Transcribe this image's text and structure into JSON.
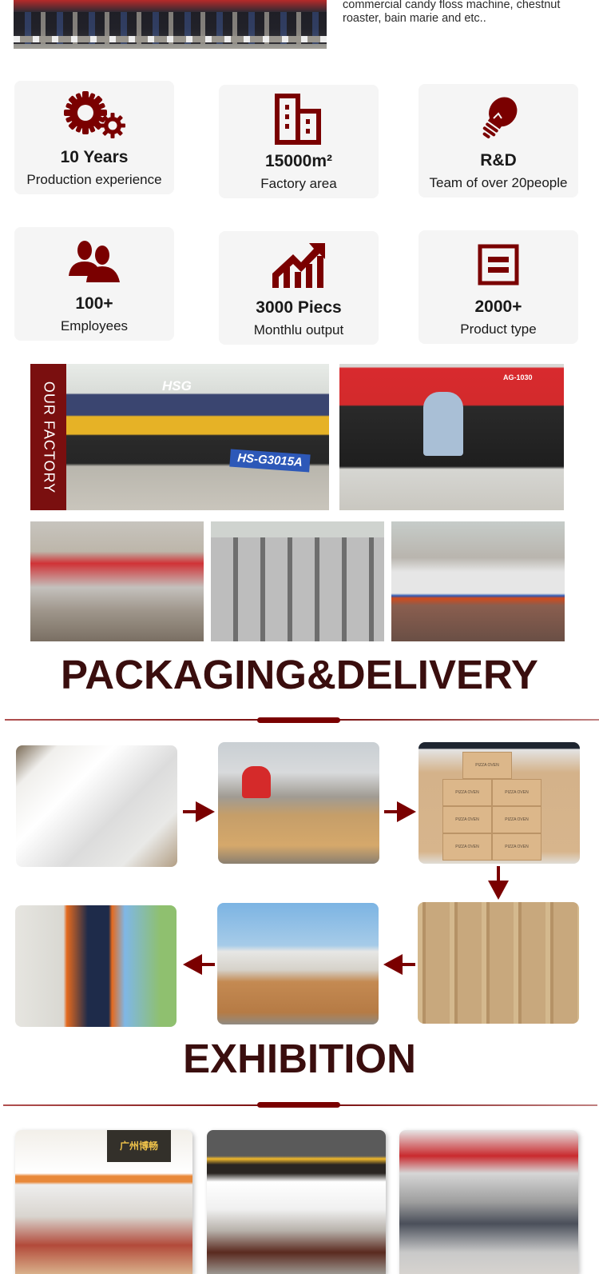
{
  "intro": {
    "text": "commercial candy floss machine, chestnut roaster, bain marie and etc..",
    "team_photo_alt": "team-photo"
  },
  "stats": [
    {
      "icon": "gears-icon",
      "value": "10 Years",
      "label": "Production experience"
    },
    {
      "icon": "building-icon",
      "value": "15000m²",
      "label": "Factory area"
    },
    {
      "icon": "lightbulb-icon",
      "value": "R&D",
      "label": "Team of over 20people"
    },
    {
      "icon": "people-icon",
      "value": "100+",
      "label": "Employees"
    },
    {
      "icon": "growth-chart-icon",
      "value": "3000 Piecs",
      "label": "Monthlu output"
    },
    {
      "icon": "list-box-icon",
      "value": "2000+",
      "label": "Product type"
    }
  ],
  "factory": {
    "label": "OUR FACTORY",
    "photo_text": {
      "brand": "HSG",
      "model": "HS-G3015A",
      "press_model": "AG-1030"
    }
  },
  "packaging": {
    "title": "PACKAGING&DELIVERY",
    "box_label": "PIZZA OVEN"
  },
  "exhibition": {
    "title": "EXHIBITION",
    "booth_sign": "广州博畅"
  },
  "colors": {
    "accent": "#7a0f0f",
    "heading": "#3a0e0e",
    "card_bg": "#f5f5f5"
  }
}
